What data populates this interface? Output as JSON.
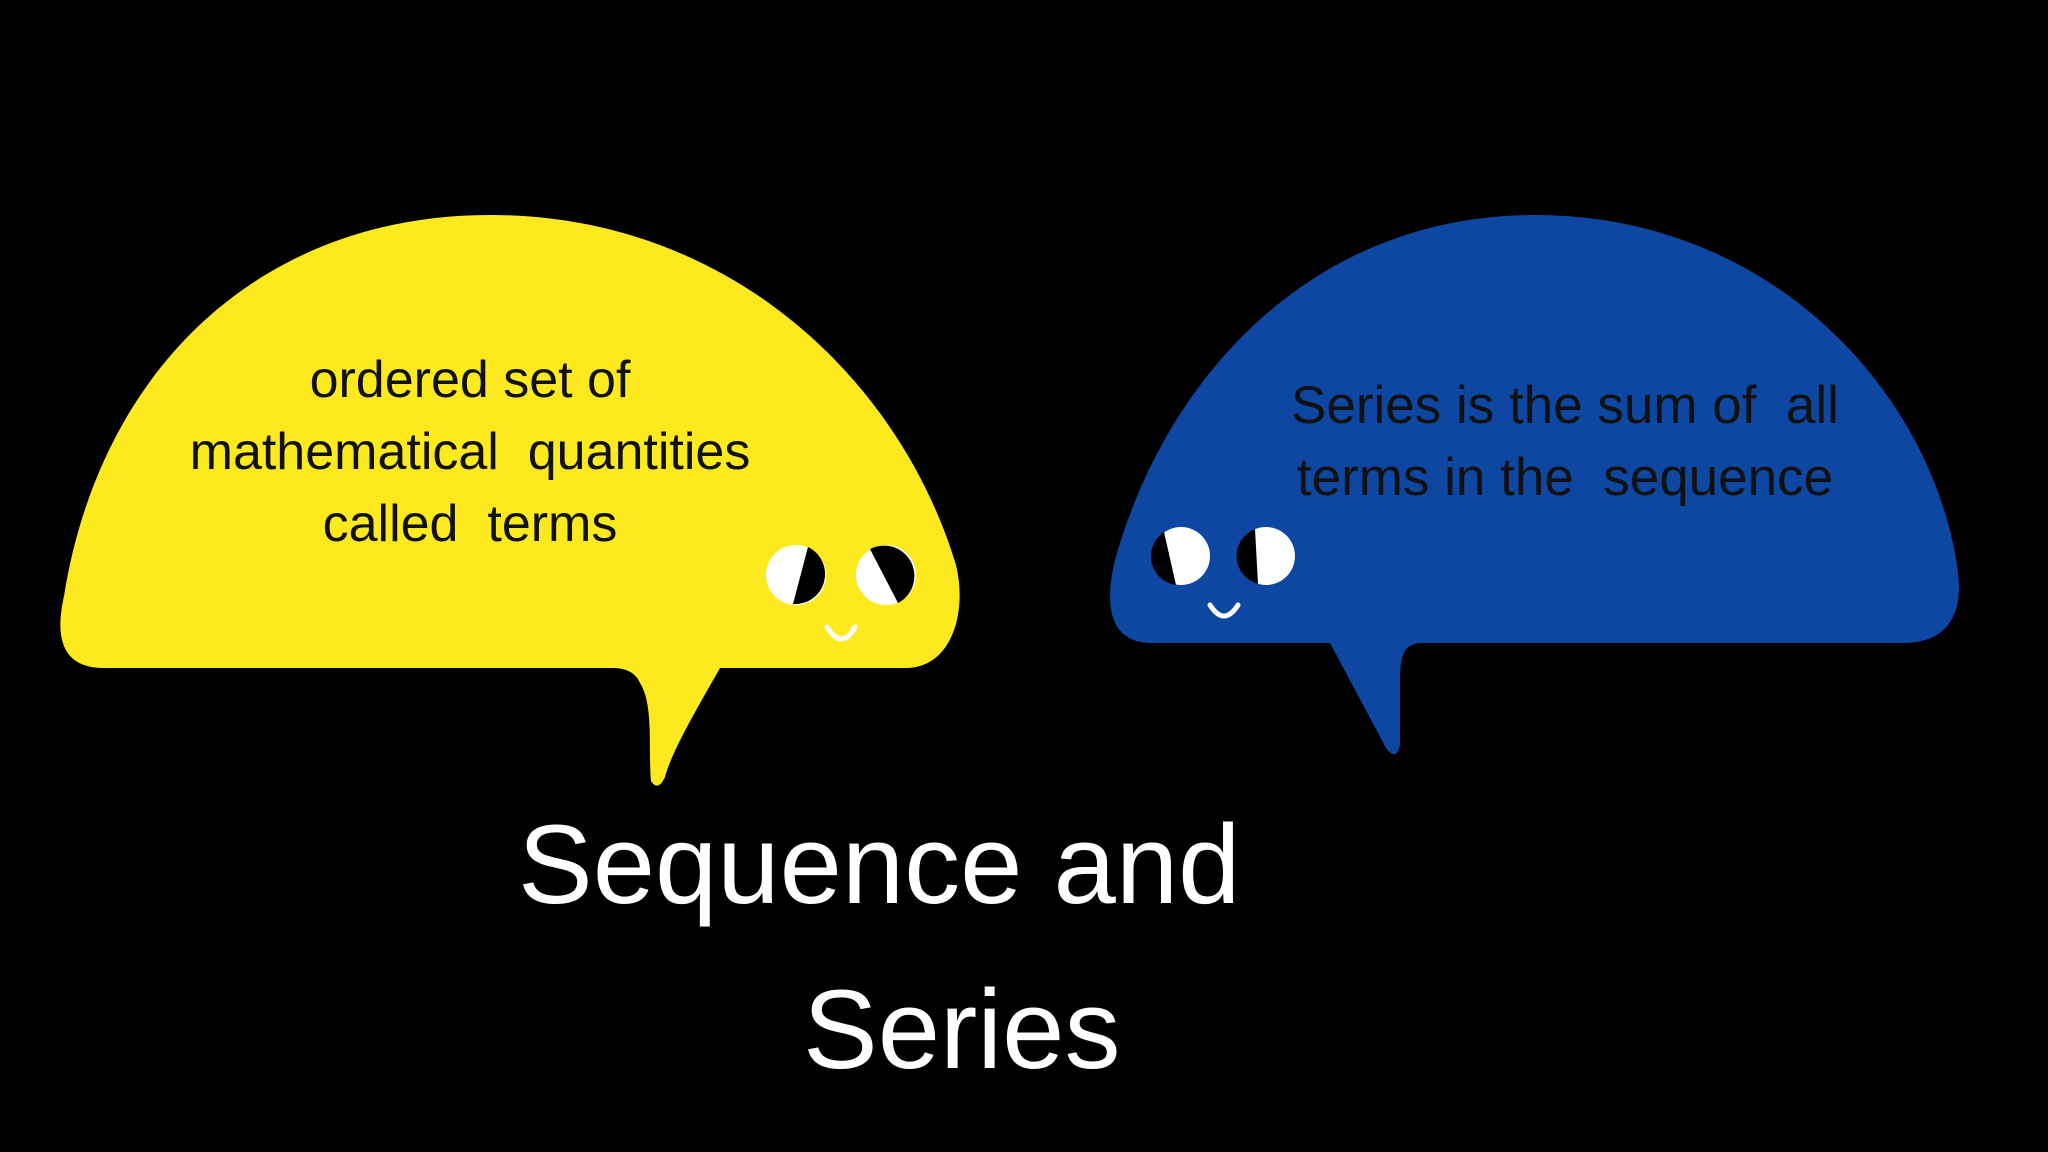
{
  "colors": {
    "background": "#000000",
    "sequence_bubble": "#FDEA1E",
    "series_bubble": "#0D47A1",
    "face_white": "#FFFFFF",
    "face_dark": "#000000",
    "text_dark": "#111111",
    "title_text": "#FFFFFF"
  },
  "sequence_bubble": {
    "lines": [
      "ordered set of",
      "mathematical  quantities",
      "called  terms"
    ],
    "icons": [
      "left-eye-icon",
      "right-eye-icon",
      "smile-icon"
    ]
  },
  "series_bubble": {
    "lines": [
      "Series is the sum of  all",
      "terms in the  sequence"
    ],
    "icons": [
      "left-eye-icon",
      "right-eye-icon",
      "smile-icon"
    ]
  },
  "title": {
    "line1": "Sequence and",
    "line2": "Series"
  }
}
